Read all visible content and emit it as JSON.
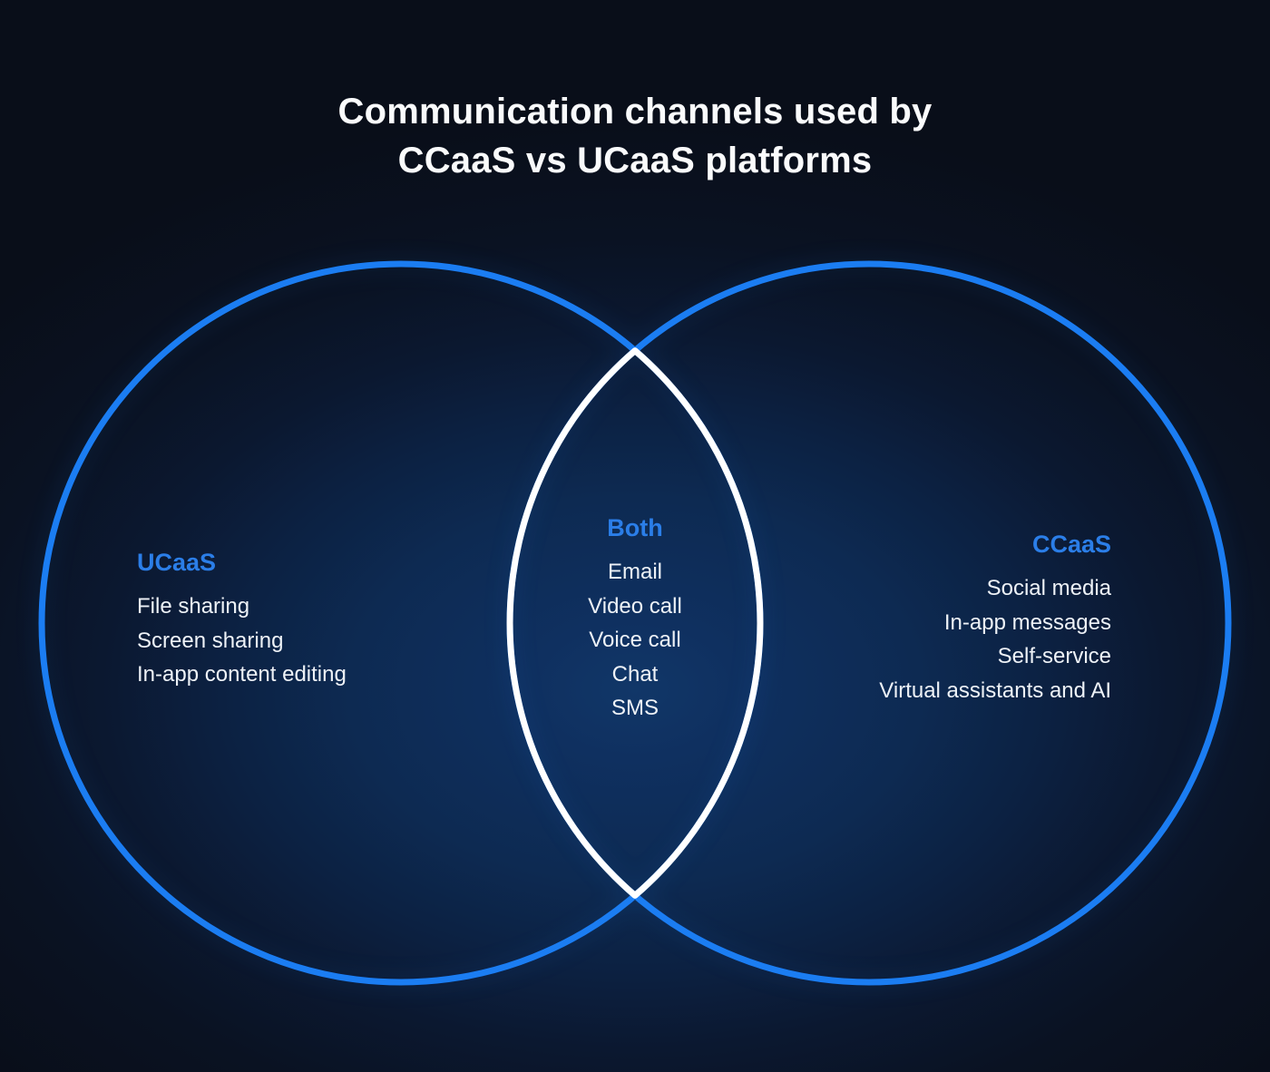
{
  "title": {
    "lines": [
      "Communication channels used by",
      "CCaaS vs UCaaS platforms"
    ]
  },
  "venn": {
    "left": {
      "label": "UCaaS",
      "items": [
        "File sharing",
        "Screen sharing",
        "In-app content editing"
      ]
    },
    "center": {
      "label": "Both",
      "items": [
        "Email",
        "Video call",
        "Voice call",
        "Chat",
        "SMS"
      ]
    },
    "right": {
      "label": "CCaaS",
      "items": [
        "Social media",
        "In-app messages",
        "Self-service",
        "Virtual assistants and AI"
      ]
    }
  },
  "colors": {
    "background_dark": "#090e19",
    "background_glow": "#113768",
    "circle_stroke": "#1b7df2",
    "lens_stroke": "#ffffff",
    "label_blue": "#2b7ee8",
    "item_text": "#eef2f7",
    "title_text": "#fafbfc"
  }
}
